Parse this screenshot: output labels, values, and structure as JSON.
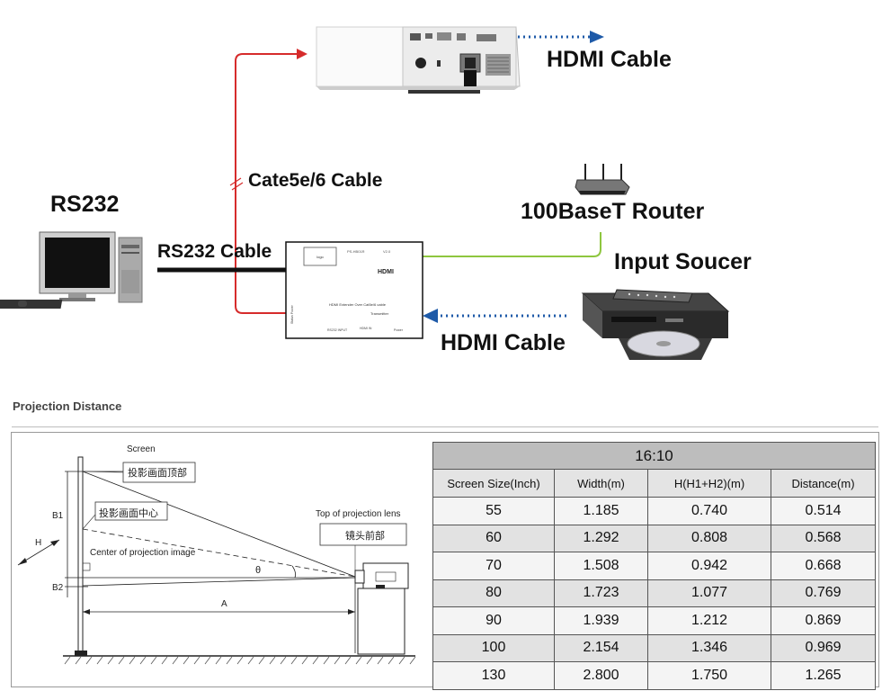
{
  "diagram": {
    "projector_hdmi_cable": "HDMI Cable",
    "cate_cable": "Cate5e/6 Cable",
    "rs232_title": "RS232",
    "rs232_cable": "RS232 Cable",
    "router": "100BaseT Router",
    "input_source": "Input Soucer",
    "input_hdmi_cable": "HDMI Cable",
    "transmitter": {
      "brand": "HDMI",
      "model": "PS-HB01R",
      "version": "V2.0",
      "desc": "HDMI Extender Over Cat5e/6 cable",
      "role": "Transmitter",
      "port1": "RS232 INPUT",
      "port2": "HDMI IN",
      "port3": "Power",
      "side": "Status Power"
    }
  },
  "projection": {
    "section_title": "Projection Distance",
    "screen": "Screen",
    "screen_top": "投影画面顶部",
    "screen_center": "投影画面中心",
    "center_label": "Center of projection image",
    "lens_top": "Top of projection lens",
    "lens_front": "镜头前部",
    "h": "H",
    "b1": "B1",
    "b2": "B2",
    "a": "A",
    "theta": "θ"
  },
  "table": {
    "title": "16:10",
    "headers": [
      "Screen Size(Inch)",
      "Width(m)",
      "H(H1+H2)(m)",
      "Distance(m)"
    ],
    "rows": [
      [
        "55",
        "1.185",
        "0.740",
        "0.514"
      ],
      [
        "60",
        "1.292",
        "0.808",
        "0.568"
      ],
      [
        "70",
        "1.508",
        "0.942",
        "0.668"
      ],
      [
        "80",
        "1.723",
        "1.077",
        "0.769"
      ],
      [
        "90",
        "1.939",
        "1.212",
        "0.869"
      ],
      [
        "100",
        "2.154",
        "1.346",
        "0.969"
      ],
      [
        "130",
        "2.800",
        "1.750",
        "1.265"
      ]
    ]
  },
  "colors": {
    "red_line": "#d62b2b",
    "green_line": "#8ec63f",
    "blue_arrow": "#1e5aa8"
  }
}
